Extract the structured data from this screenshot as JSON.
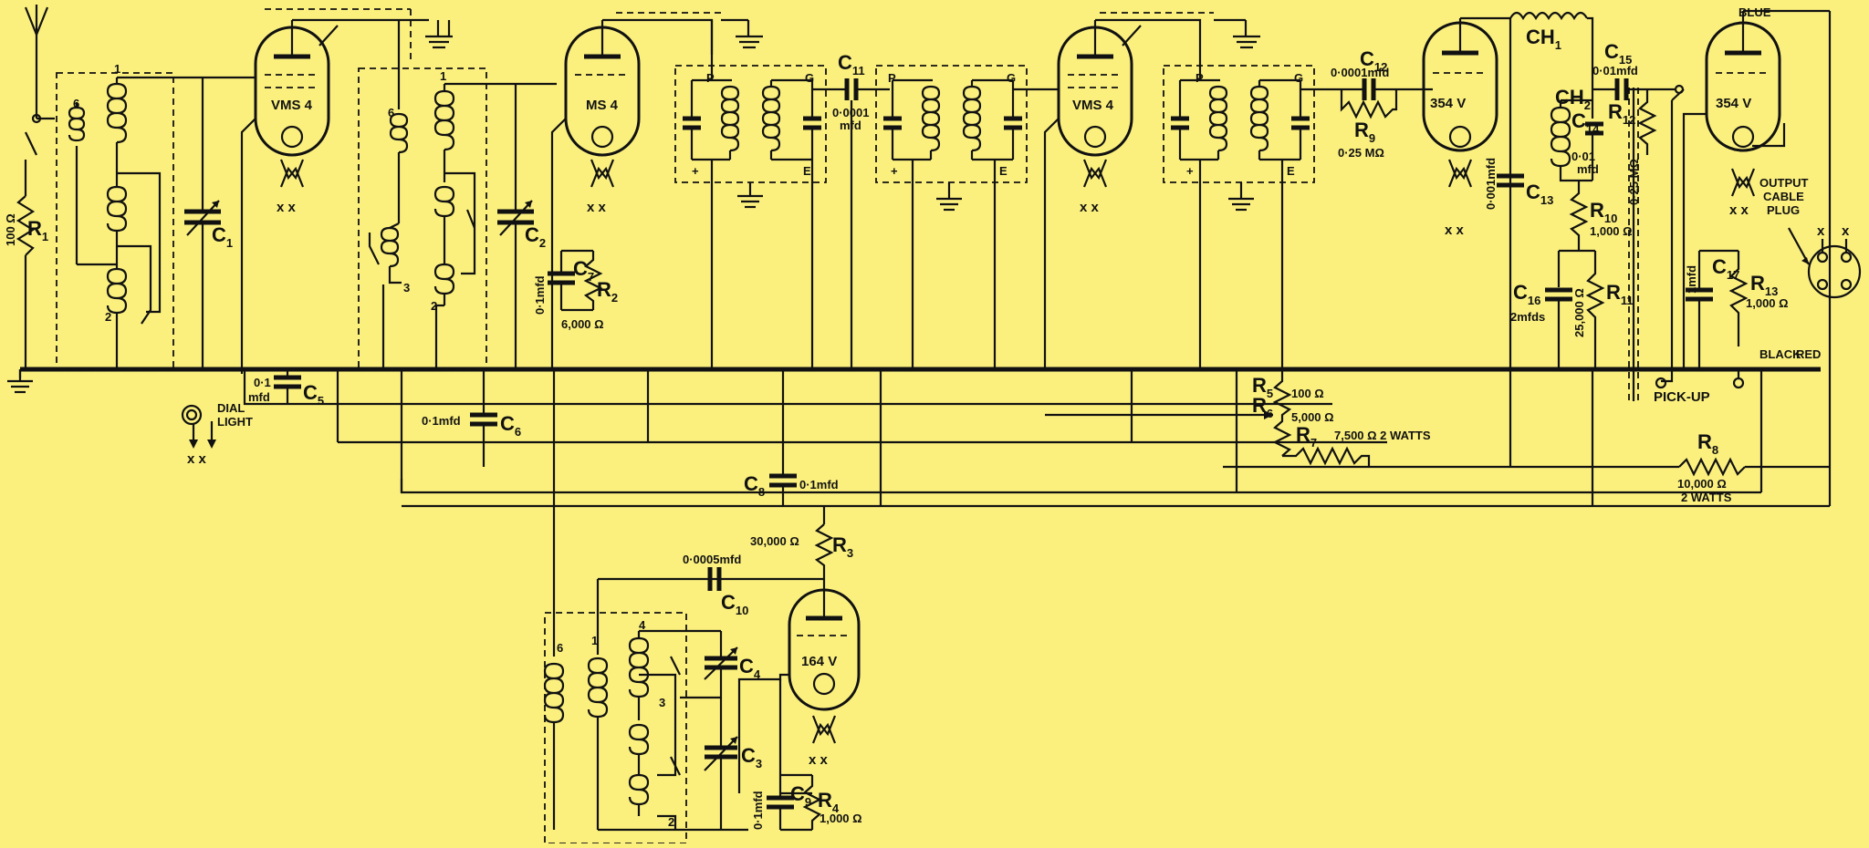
{
  "valves": [
    {
      "id": "v1",
      "type": "VMS 4"
    },
    {
      "id": "v2",
      "type": "MS 4"
    },
    {
      "id": "v3",
      "type": "VMS 4"
    },
    {
      "id": "v4",
      "type": "354 V"
    },
    {
      "id": "v5",
      "type": "354 V"
    },
    {
      "id": "v6",
      "type": "164 V"
    }
  ],
  "labels": {
    "R1_name": "R",
    "R1_sub": "1",
    "R1_value": "100 Ω",
    "C1_name": "C",
    "C1_sub": "1",
    "C2_name": "C",
    "C2_sub": "2",
    "C3_name": "C",
    "C3_sub": "3",
    "C4_name": "C",
    "C4_sub": "4",
    "C5_name": "C",
    "C5_sub": "5",
    "C5_value_a": "0·1",
    "C5_value_b": "mfd",
    "C6_name": "C",
    "C6_sub": "6",
    "C6_value": "0·1mfd",
    "C7_name": "C",
    "C7_sub": "7",
    "C7_value": "0·1mfd",
    "R2_name": "R",
    "R2_sub": "2",
    "R2_value": "6,000 Ω",
    "C8_name": "C",
    "C8_sub": "8",
    "C8_value": "0·1mfd",
    "R3_name": "R",
    "R3_sub": "3",
    "R3_value": "30,000 Ω",
    "C9_name": "C",
    "C9_sub": "9",
    "C9_value": "0·1mfd",
    "R4_name": "R",
    "R4_sub": "4",
    "R4_value": "1,000 Ω",
    "C10_name": "C",
    "C10_sub": "10",
    "C10_value": "0·0005mfd",
    "C11_name": "C",
    "C11_sub": "11",
    "C11_value_a": "0·0001",
    "C11_value_b": "mfd",
    "C12_name": "C",
    "C12_sub": "12",
    "C12_value": "0·0001mfd",
    "R9_name": "R",
    "R9_sub": "9",
    "R9_value": "0·25 MΩ",
    "C13_name": "C",
    "C13_sub": "13",
    "C13_value": "0·001mfd",
    "CH1_name": "CH",
    "CH1_sub": "1",
    "CH2_name": "CH",
    "CH2_sub": "2",
    "C14_name": "C",
    "C14_sub": "14",
    "C14_value_a": "0·01",
    "C14_value_b": "mfd",
    "R10_name": "R",
    "R10_sub": "10",
    "R10_value": "1,000 Ω",
    "C15_name": "C",
    "C15_sub": "15",
    "C15_value": "0·01mfd",
    "R12_name": "R",
    "R12_sub": "12",
    "R12_value": "0·25 MΩ",
    "C16_name": "C",
    "C16_sub": "16",
    "C16_value": "2mfds",
    "R11_name": "R",
    "R11_sub": "11",
    "R11_value": "25,000 Ω",
    "C17_name": "C",
    "C17_sub": "17",
    "C17_value": "1mfd",
    "R13_name": "R",
    "R13_sub": "13",
    "R13_value": "1,000 Ω",
    "R5_name": "R",
    "R5_sub": "5",
    "R5_value": "100 Ω",
    "R6_name": "R",
    "R6_sub": "6",
    "R6_value": "5,000 Ω",
    "R7_name": "R",
    "R7_sub": "7",
    "R7_value": "7,500 Ω  2 WATTS",
    "R8_name": "R",
    "R8_sub": "8",
    "R8_value_a": "10,000 Ω",
    "R8_value_b": "2 WATTS",
    "dial_light_a": "DIAL",
    "dial_light_b": "LIGHT",
    "output_a": "OUTPUT",
    "output_b": "CABLE",
    "output_c": "PLUG",
    "blue": "BLUE",
    "black": "BLACK",
    "red": "RED",
    "pickup": "PICK-UP",
    "heater_xx": "x  x",
    "x": "x",
    "coil_1": "1",
    "coil_2": "2",
    "coil_3": "3",
    "coil_4": "4",
    "coil_6": "6",
    "if_P": "P",
    "if_G": "G",
    "if_E": "E",
    "if_plus": "+"
  },
  "colors": {
    "background": "#fbf07e",
    "ink": "#111111"
  }
}
